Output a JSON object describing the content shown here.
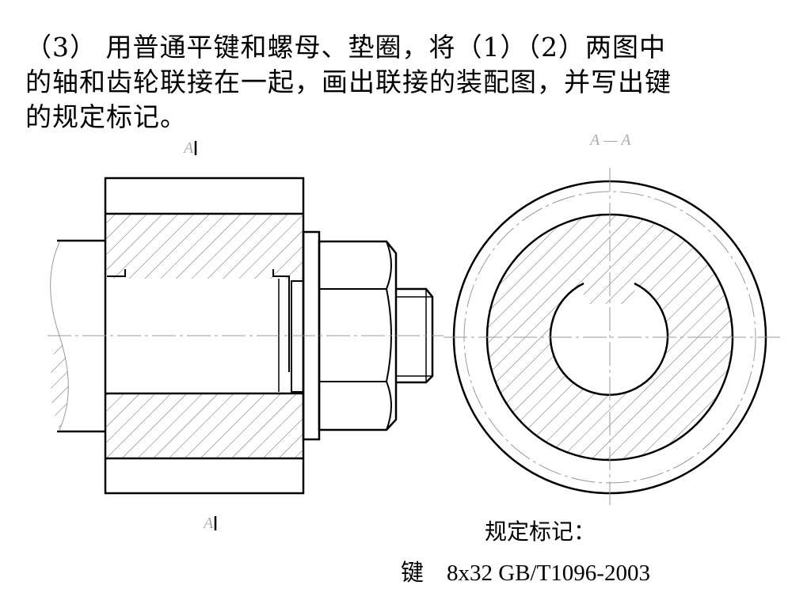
{
  "problem": {
    "text": "（3） 用普通平键和螺母、垫圈，将（1）（2）两图中\n的轴和齿轮联接在一起，画出联接的装配图，并写出键\n的规定标记。"
  },
  "drawing": {
    "section_letter_top": "A",
    "section_letter_bottom": "A",
    "view_title": "A — A",
    "line_color": "#000000",
    "hatch_color": "#666666",
    "center_line_color": "#999999"
  },
  "annotation": {
    "note_label": "规定标记：",
    "key_mark": "键    8x32 GB/T1096-2003"
  }
}
